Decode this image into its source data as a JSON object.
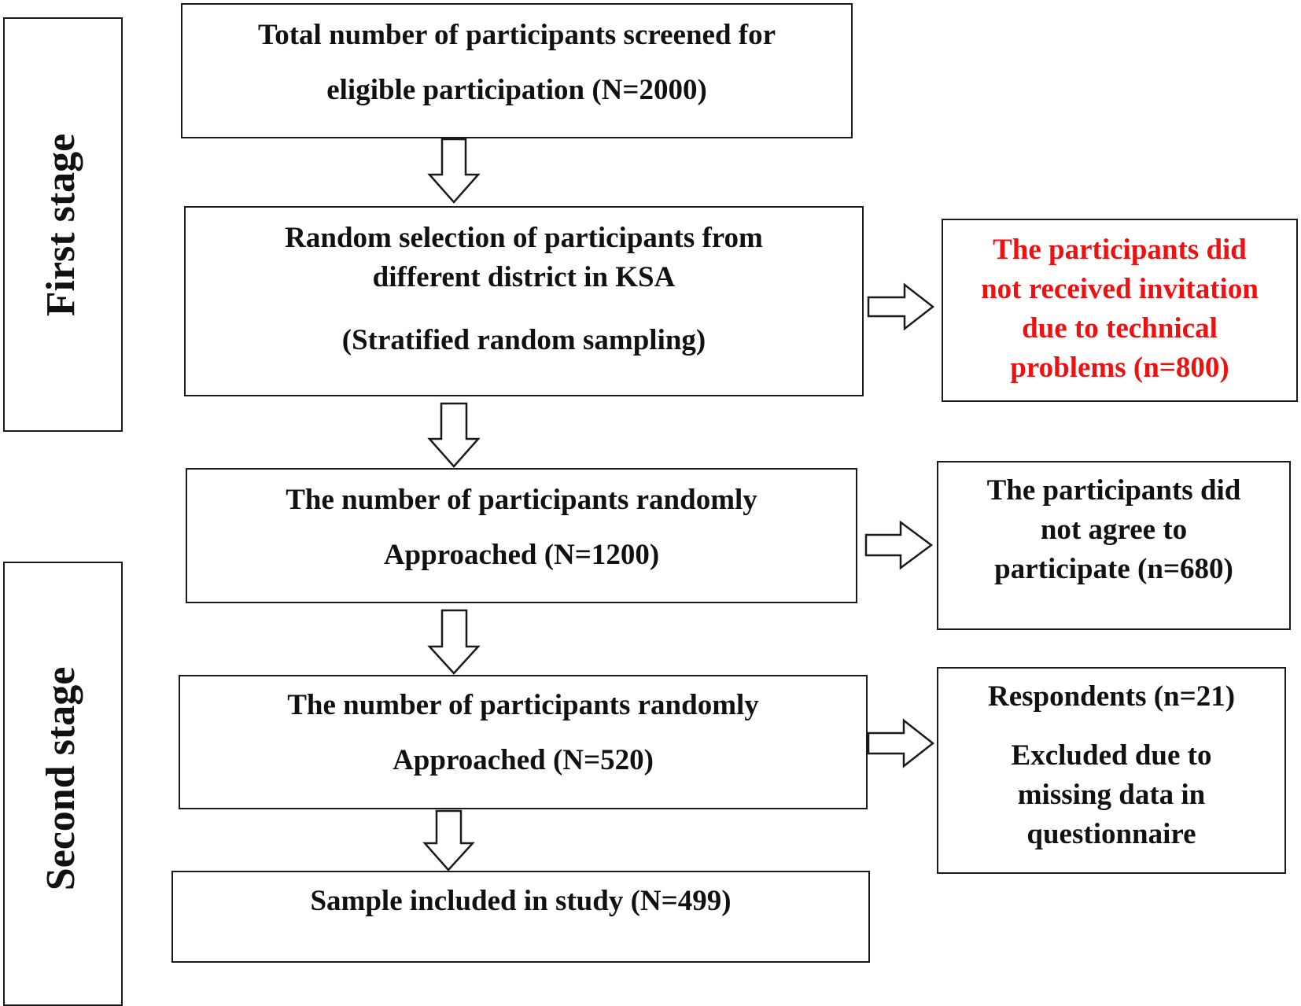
{
  "stages": {
    "first": "First stage",
    "second": "Second stage"
  },
  "boxes": {
    "screened": {
      "line1": "Total number of participants screened for",
      "line2": "eligible participation (N=2000)"
    },
    "random_selection": {
      "line1": "Random selection of participants from",
      "line2": "different district in KSA",
      "line3": "(Stratified random sampling)"
    },
    "approached_1200": {
      "line1": "The number of participants randomly",
      "line2": "Approached (N=1200)"
    },
    "approached_520": {
      "line1": "The number of participants randomly",
      "line2": "Approached (N=520)"
    },
    "sample": {
      "line1": "Sample included in study (N=499)"
    },
    "no_invitation": {
      "line1": "The participants did",
      "line2": "not received invitation",
      "line3": "due to technical",
      "line4": "problems (n=800)"
    },
    "not_agree": {
      "line1": "The participants did",
      "line2": "not agree to",
      "line3": "participate (n=680)"
    },
    "excluded": {
      "line1": "Respondents (n=21)",
      "line2": "Excluded due to",
      "line3": "missing data in",
      "line4": "questionnaire"
    }
  },
  "colors": {
    "highlight_text": "#ee1111",
    "border": "#1a1a1a"
  }
}
